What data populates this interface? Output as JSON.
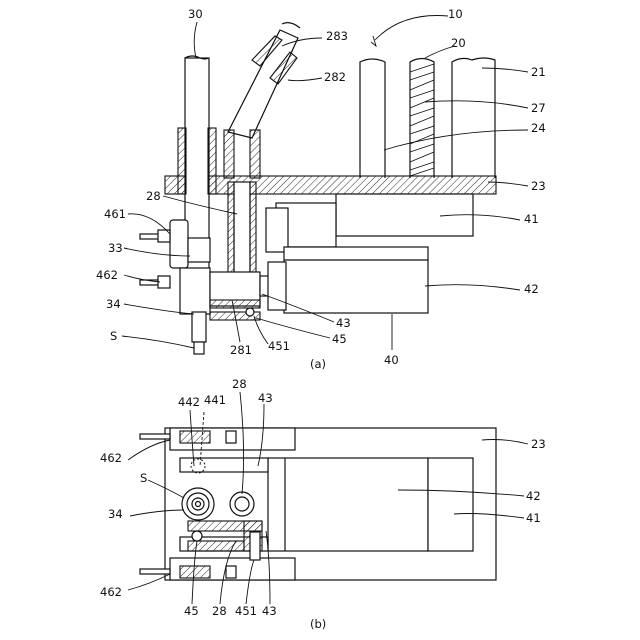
{
  "figure_a": {
    "caption": "(a)",
    "labels": {
      "l10": "10",
      "l20": "20",
      "l21": "21",
      "l27": "27",
      "l24": "24",
      "l23": "23",
      "l41": "41",
      "l42": "42",
      "l40": "40",
      "l30": "30",
      "l283": "283",
      "l282": "282",
      "l28": "28",
      "l461": "461",
      "l33": "33",
      "l462": "462",
      "l34": "34",
      "lS": "S",
      "l281": "281",
      "l451": "451",
      "l43": "43",
      "l45": "45"
    }
  },
  "figure_b": {
    "caption": "(b)",
    "labels": {
      "l442": "442",
      "l441": "441",
      "l28t": "28",
      "l43t": "43",
      "l23": "23",
      "l462t": "462",
      "lS": "S",
      "l34": "34",
      "l42": "42",
      "l41": "41",
      "l462b": "462",
      "l45": "45",
      "l28b": "28",
      "l451": "451",
      "l43b": "43"
    }
  }
}
